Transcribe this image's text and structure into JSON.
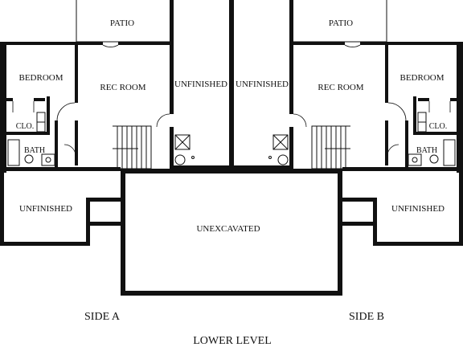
{
  "rooms": {
    "side_a": {
      "patio": "PATIO",
      "bedroom": "BEDROOM",
      "rec_room": "REC ROOM",
      "unfinished_upper": "UNFINISHED",
      "closet": "CLO.",
      "bath": "BATH",
      "unfinished_lower": "UNFINISHED"
    },
    "side_b": {
      "patio": "PATIO",
      "bedroom": "BEDROOM",
      "rec_room": "REC ROOM",
      "unfinished_upper": "UNFINISHED",
      "closet": "CLO.",
      "bath": "BATH",
      "unfinished_lower": "UNFINISHED"
    },
    "center": "UNEXCAVATED"
  },
  "labels": {
    "side_a": "SIDE A",
    "side_b": "SIDE B",
    "level": "LOWER LEVEL"
  }
}
